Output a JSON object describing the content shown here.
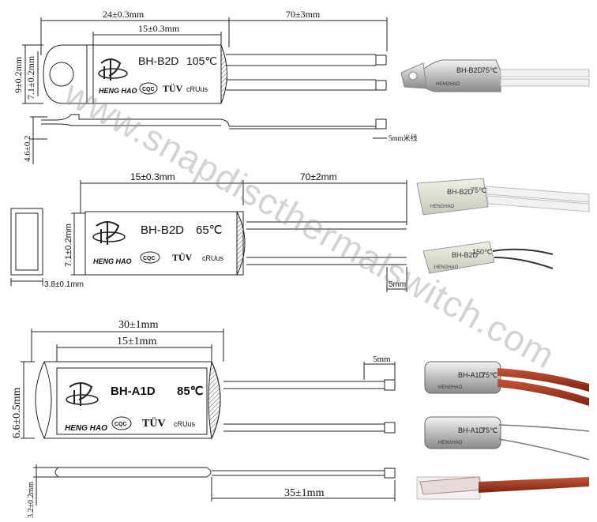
{
  "watermark": "www.snapdiscthermalswitch.com",
  "top": {
    "dim_overall": "24±0.3mm",
    "dim_body": "15±0.3mm",
    "dim_lead": "70±3mm",
    "dim_height": "9±0.2mm",
    "dim_inner": "7.1±0.2mm",
    "dim_thick": "4.6±0.2",
    "dim_strip": "5mm",
    "dim_strip_note": "5mm米线",
    "model": "BH-B2D",
    "temp": "105℃",
    "brand": "HENG HAO",
    "mark_ccc": "CQC",
    "mark_tuv": "TÜV",
    "mark_ul": "cRUus"
  },
  "middle": {
    "dim_body": "15±0.3mm",
    "dim_lead": "70±2mm",
    "dim_height": "7.1±0.2mm",
    "dim_thick": "3.8±0.1mm",
    "dim_strip": "5mm",
    "model": "BH-B2D",
    "temp": "65℃",
    "brand": "HENG HAO",
    "mark_ccc": "CQC",
    "mark_tuv": "TÜV",
    "mark_ul": "cRUus"
  },
  "bottom": {
    "dim_overall": "30±1mm",
    "dim_body": "15±1mm",
    "dim_strip": "5mm",
    "dim_height": "6.6±0.5mm",
    "dim_thick": "3.2±0.2mm",
    "dim_lead": "35±1mm",
    "model": "BH-A1D",
    "temp": "85℃",
    "brand": "HENG HAO",
    "mark_ccc": "CQC",
    "mark_tuv": "TÜV",
    "mark_ul": "cRUus"
  },
  "photos": {
    "p1_model": "BH-B2D",
    "p1_temp": "75℃",
    "p1_brand": "HENGHAO",
    "p2_model": "BH-B2D",
    "p2_temp": "75℃",
    "p2_brand": "HENGHAO",
    "p3_model": "BH-B2D",
    "p3_temp": "150℃",
    "p3_brand": "HENGHAO",
    "p4_model": "BH-A1D",
    "p4_temp": "75℃",
    "p4_brand": "HENGHAO",
    "p5_model": "BH-A1D",
    "p5_temp": "75℃",
    "p5_brand": "HENGHAO"
  },
  "colors": {
    "line": "#222222",
    "body_fill": "#ffffff",
    "hatch": "#555555",
    "silver": "#c9c9c9",
    "sleeve": "#e8e8dc",
    "wire_red": "#a2361f",
    "wire_white": "#f2f2f2"
  }
}
